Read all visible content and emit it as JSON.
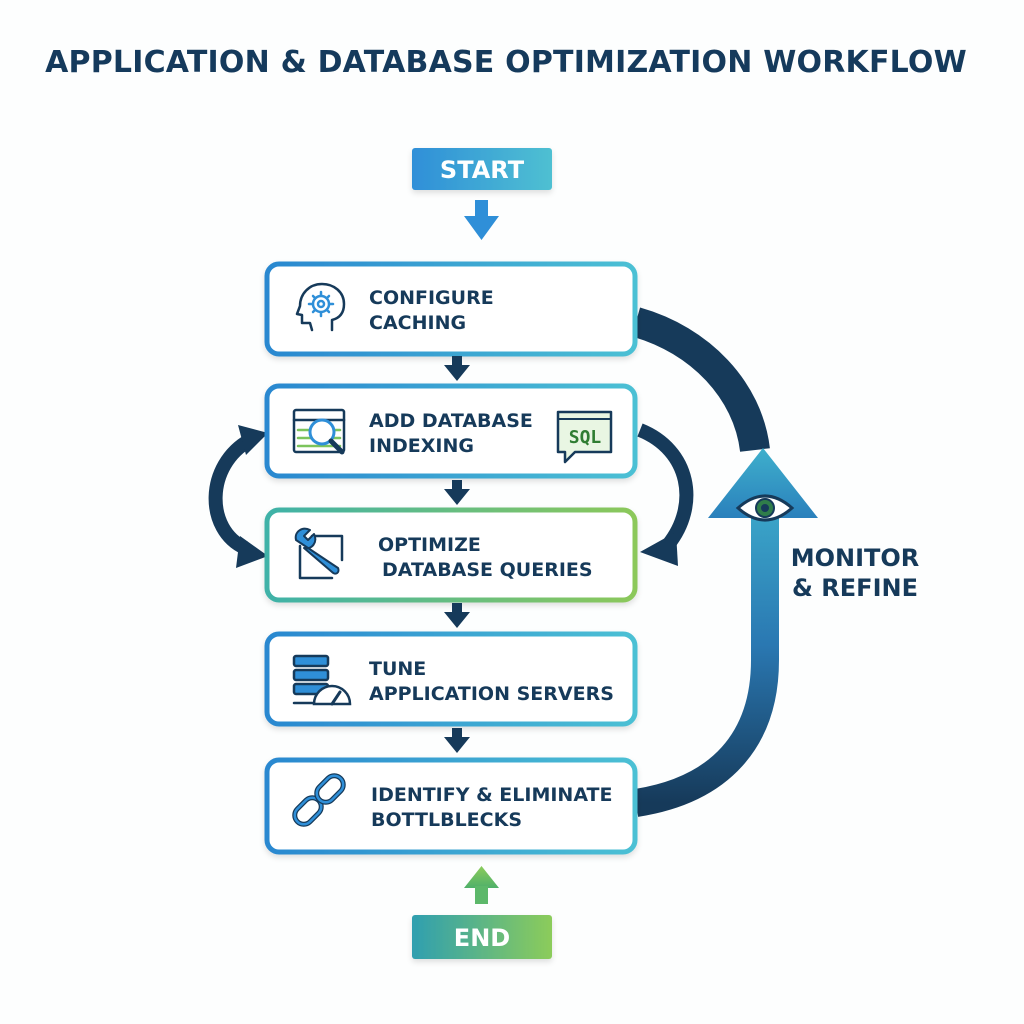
{
  "title": "APPLICATION & DATABASE OPTIMIZATION WORKFLOW",
  "start": {
    "label": "START"
  },
  "end": {
    "label": "END"
  },
  "steps": [
    {
      "line1": "CONFIGURE",
      "line2": "CACHING",
      "icon": "brain-gear-icon"
    },
    {
      "line1": "ADD DATABASE",
      "line2": "INDEXING",
      "icon": "table-search-icon",
      "badge": "SQL"
    },
    {
      "line1": "OPTIMIZE",
      "line2": "DATABASE QUERIES",
      "icon": "wrench-icon"
    },
    {
      "line1": "TUNE",
      "line2": "APPLICATION SERVERS",
      "icon": "server-gauge-icon"
    },
    {
      "line1": "IDENTIFY & ELIMINATE",
      "line2": "BOTTLBLECKS",
      "icon": "chain-link-icon"
    }
  ],
  "loop": {
    "line1": "MONITOR",
    "line2": "& REFINE",
    "icon": "eye-icon"
  },
  "colors": {
    "navy": "#163a5a",
    "blue": "#2f8fd8",
    "teal": "#45b9cf",
    "green": "#7cc45c"
  }
}
